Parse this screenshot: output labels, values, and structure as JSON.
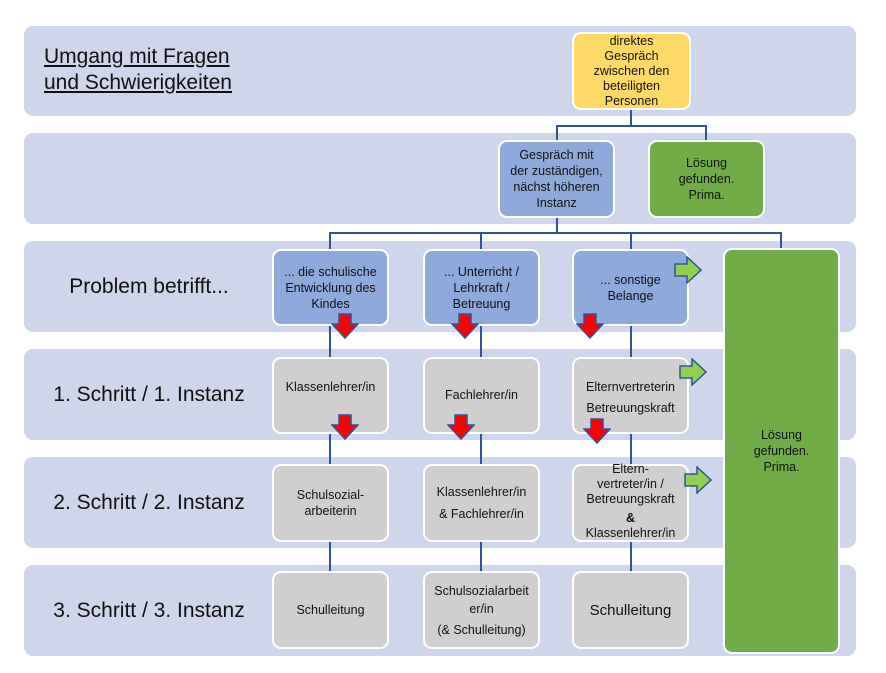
{
  "title": {
    "line1": "Umgang mit Fragen",
    "line2": "und Schwierigkeiten"
  },
  "row_labels": {
    "problem": "Problem betrifft...",
    "step1": "1. Schritt / 1. Instanz",
    "step2": "2. Schritt / 2. Instanz",
    "step3": "3. Schritt / 3. Instanz"
  },
  "start_box": {
    "lines": [
      "direktes",
      "Gespräch",
      "zwischen den",
      "beteiligten",
      "Personen"
    ]
  },
  "escalation_box": {
    "lines": [
      "Gespräch mit",
      "der zuständigen,",
      "nächst höheren",
      "Instanz"
    ]
  },
  "solution_box_top": {
    "lines": [
      "Lösung",
      "gefunden.",
      "Prima."
    ]
  },
  "solution_box_side": {
    "lines": [
      "Lösung",
      "gefunden.",
      "Prima."
    ]
  },
  "columns": [
    {
      "problem": [
        "... die schulische",
        "Entwicklung des",
        "Kindes"
      ],
      "step1": [
        "Klassenlehrer/in"
      ],
      "step2": [
        "Schulsozial-",
        "arbeiterin"
      ],
      "step3": [
        "Schulleitung"
      ]
    },
    {
      "problem": [
        "... Unterricht /",
        "Lehrkraft /",
        "Betreuung"
      ],
      "step1": [
        "Fachlehrer/in"
      ],
      "step2": [
        "Klassenlehrer/in",
        "& Fachlehrer/in"
      ],
      "step3": [
        "Schulsozialarbeit",
        "er/in",
        "(& Schulleitung)"
      ]
    },
    {
      "problem": [
        "... sonstige",
        "Belange"
      ],
      "step1": [
        "Elternvertreterin",
        "Betreuungskraft"
      ],
      "step2": [
        "Eltern-",
        "vertreter/in /",
        "Betreuungskraft",
        "&",
        "Klassenlehrer/in"
      ],
      "step3": [
        "Schulleitung"
      ]
    }
  ],
  "colors": {
    "band": "#cfd5ea",
    "start": "#ffd966",
    "escalation": "#8eaadb",
    "solution": "#70ad47",
    "step": "#d0cece",
    "connector": "#2f5597",
    "down_arrow": "#ff0000",
    "right_arrow": "#92d050"
  }
}
